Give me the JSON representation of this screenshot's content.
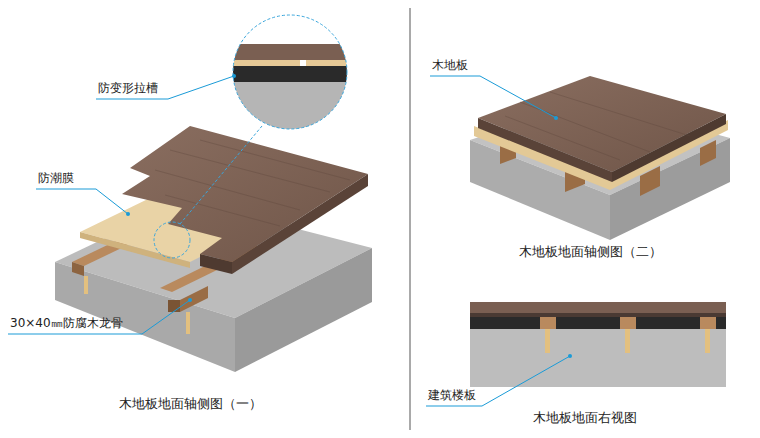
{
  "diagram": {
    "labels": [
      "防变形拉槽",
      "防潮膜",
      "30×40㎜防腐木龙骨",
      "木地板地面轴侧图（一）",
      "木地板",
      "木地板地面轴侧图（二）",
      "建筑楼板",
      "木地板地面右视图"
    ]
  }
}
